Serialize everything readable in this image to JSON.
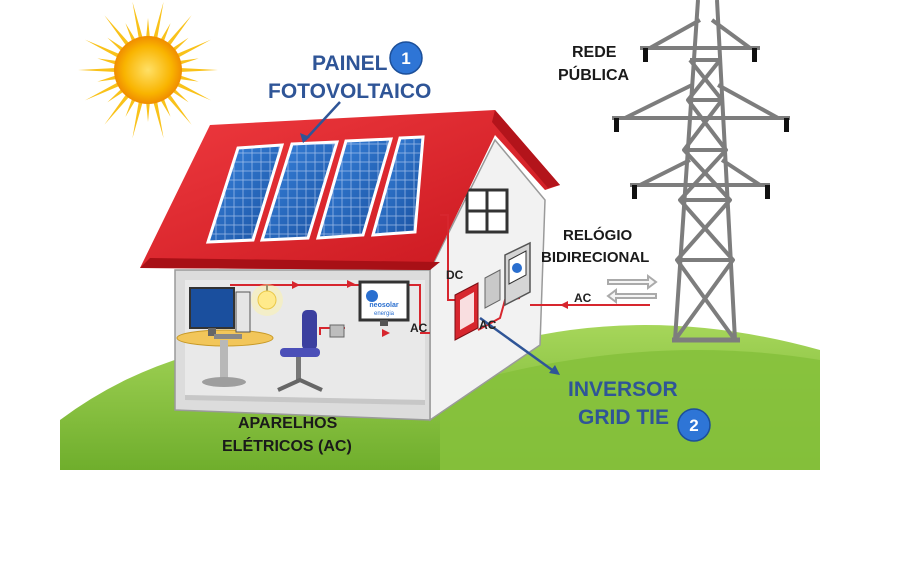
{
  "labels": {
    "panel_line1": "PAINEL",
    "panel_line2": "FOTOVOLTAICO",
    "panel_badge": "1",
    "grid_line1": "REDE",
    "grid_line2": "PÚBLICA",
    "meter_line1": "RELÓGIO",
    "meter_line2": "BIDIRECIONAL",
    "inverter_line1": "INVERSOR",
    "inverter_line2": "GRID TIE",
    "inverter_badge": "2",
    "appliances_line1": "APARELHOS",
    "appliances_line2": "ELÉTRICOS (AC)",
    "dc_tag": "DC",
    "ac_tag_house": "AC",
    "ac_tag_inverter": "AC",
    "ac_tag_grid": "AC",
    "logo_line1": "neosolar",
    "logo_line2": "energia"
  },
  "colors": {
    "roof": "#e0232b",
    "solar_panel": "#1f5fbf",
    "label_blue": "#2f5597",
    "badge_blue": "#2e75d6",
    "grass": "#8cc63f",
    "tower": "#8a8a8a",
    "inverter": "#d7262e",
    "wire": "#d7262e",
    "sun": "#f7a800"
  },
  "icons": [
    "sun-icon",
    "solar-panel-icon",
    "house-icon",
    "power-tower-icon",
    "inverter-icon",
    "meter-icon",
    "computer-icon",
    "lamp-icon",
    "chair-icon",
    "tv-icon"
  ]
}
